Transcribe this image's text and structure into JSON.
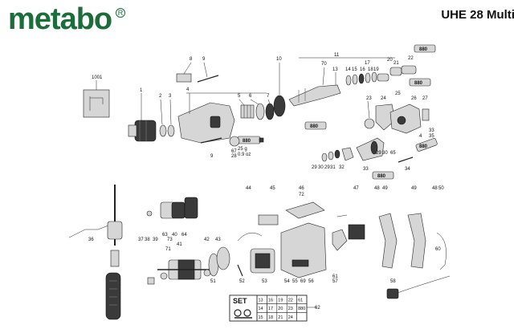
{
  "header": {
    "brand": "metabo",
    "brand_color": "#1b6d3a",
    "model": "UHE 28 Multi"
  },
  "labels": {
    "l1001": "1001",
    "l1": "1",
    "l2": "2",
    "l3": "3",
    "l4": "4",
    "l5": "5",
    "l6": "6",
    "l7": "7",
    "l8": "8",
    "l9": "9",
    "l9b": "9",
    "l10": "10",
    "l11": "11",
    "l70": "70",
    "l13": "13",
    "l14": "14",
    "l15": "15",
    "l16": "16",
    "l18": "18",
    "l19": "19",
    "l17": "17",
    "l20": "20",
    "l21": "21",
    "l22": "22",
    "l23": "23",
    "l24": "24",
    "l25": "25",
    "l26": "26",
    "l27": "27",
    "l33": "33",
    "l35": "35",
    "l4b": "4",
    "l67": "67",
    "l28": "28",
    "l29": "29",
    "l30": "30",
    "l29b": "29",
    "l31": "31",
    "l32": "32",
    "l29c": "29",
    "l30b": "30",
    "l65": "65",
    "l33b": "33",
    "l34": "34",
    "l37": "37",
    "l36": "36",
    "l38": "38",
    "l39": "39",
    "l63": "63",
    "l40": "40",
    "l64": "64",
    "l71": "71",
    "l73": "73",
    "l41": "41",
    "l42": "42",
    "l43": "43",
    "l51": "51",
    "l44": "44",
    "l45": "45",
    "l46": "46",
    "l72": "72",
    "l52": "52",
    "l53": "53",
    "l54": "54",
    "l55": "55",
    "l69": "69",
    "l56": "56",
    "l47": "47",
    "l61": "61",
    "l57": "57",
    "l48": "48",
    "l49": "49",
    "l49b": "49",
    "l48b": "48",
    "l50": "50",
    "l60": "60",
    "l58": "58",
    "l62": "62"
  },
  "grease_tubes": [
    {
      "id": "g1",
      "text": "880"
    },
    {
      "id": "g2",
      "text": "880"
    },
    {
      "id": "g3",
      "text": "880"
    },
    {
      "id": "g4",
      "text": "880"
    },
    {
      "id": "g5",
      "text": "880"
    },
    {
      "id": "g6",
      "text": "880"
    }
  ],
  "grease_note": {
    "line1": "25 g",
    "line2": "0.9 oz"
  },
  "set_box": {
    "title": "SET",
    "rows": [
      [
        "13",
        "16",
        "19",
        "22",
        "61"
      ],
      [
        "14",
        "17",
        "20",
        "23",
        "880"
      ],
      [
        "15",
        "18",
        "21",
        "24",
        ""
      ]
    ]
  }
}
